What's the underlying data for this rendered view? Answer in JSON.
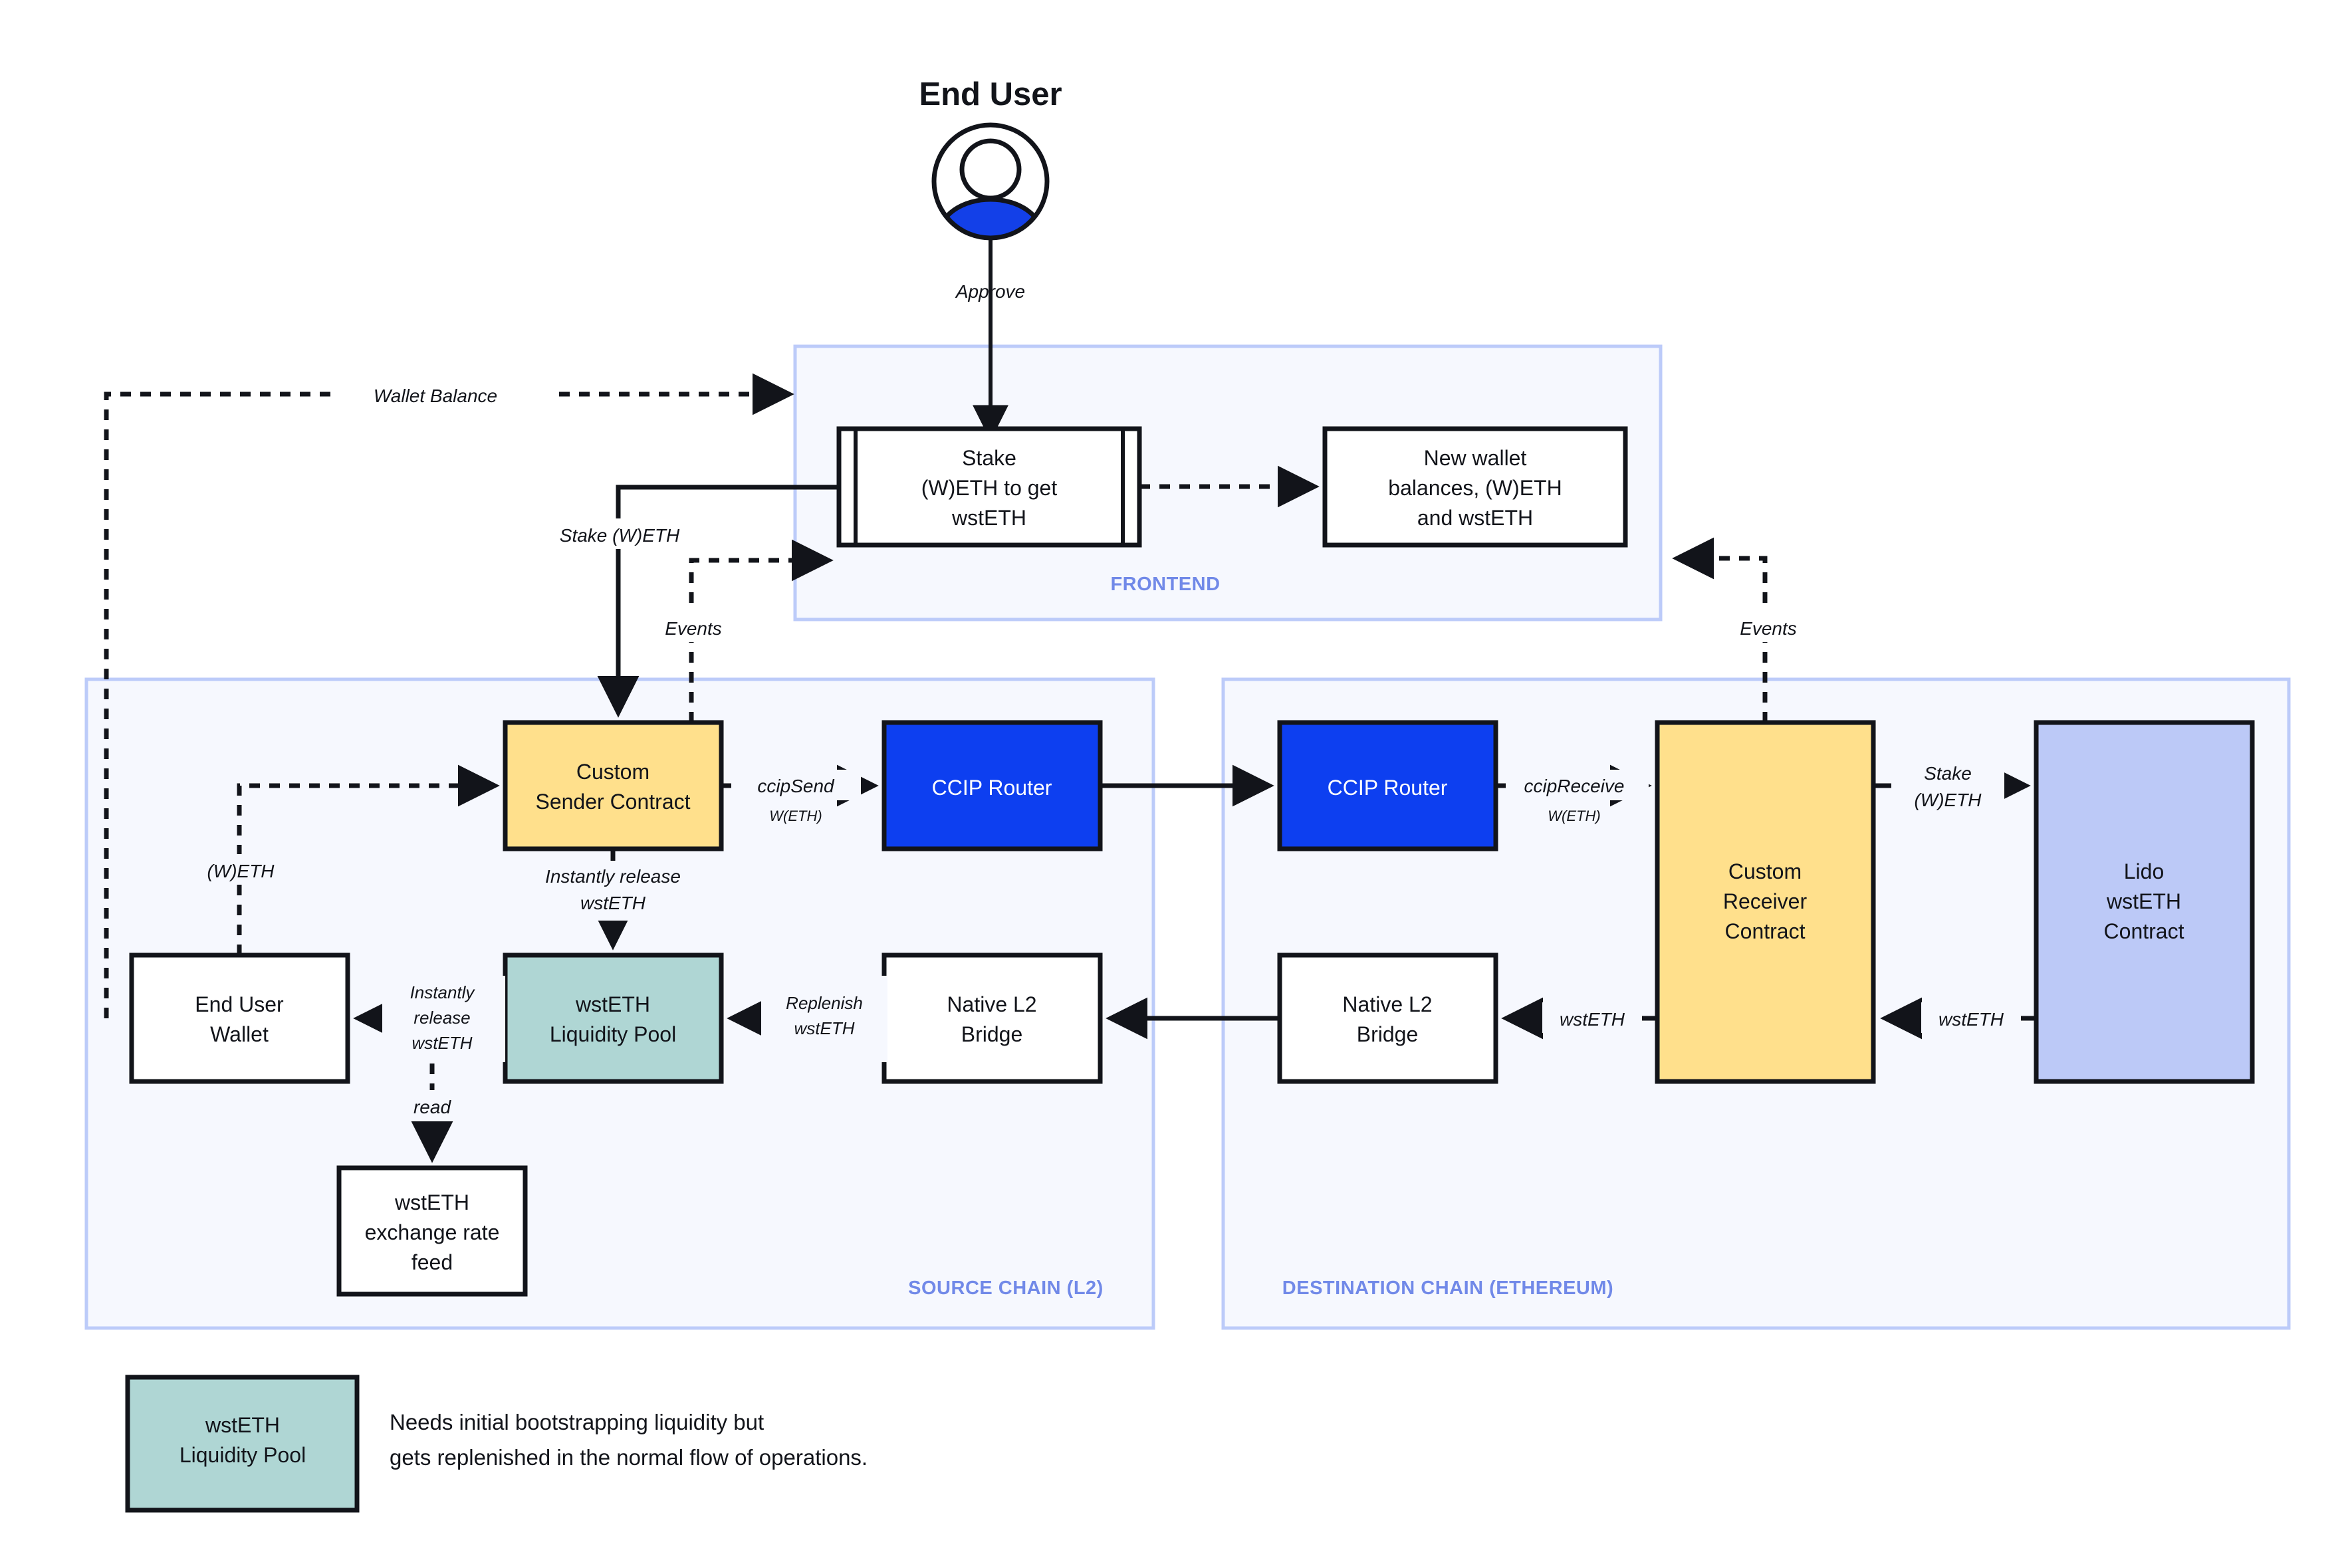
{
  "title": "End User",
  "actor": {
    "label": "End User",
    "icon": "user-avatar-icon",
    "accent_color": "#1340E8"
  },
  "zones": [
    {
      "id": "frontend",
      "label": "FRONTEND",
      "label_color": "#7189E8",
      "fill": "#F6F8FE",
      "stroke": "#BCCBF9"
    },
    {
      "id": "source",
      "label": "SOURCE CHAIN (L2)",
      "label_color": "#7189E8",
      "fill": "#F6F8FE",
      "stroke": "#BCCBF9"
    },
    {
      "id": "destination",
      "label": "DESTINATION CHAIN (ETHEREUM)",
      "label_color": "#7189E8",
      "fill": "#F6F8FE",
      "stroke": "#BCCBF9"
    }
  ],
  "nodes": {
    "stake_frontend": {
      "lines": [
        "Stake",
        "(W)ETH to get",
        "wstETH"
      ],
      "fill": "#FFFFFF",
      "shape": "subroutine"
    },
    "new_balances": {
      "lines": [
        "New wallet",
        "balances, (W)ETH",
        "and wstETH"
      ],
      "fill": "#FFFFFF",
      "shape": "rect"
    },
    "sender": {
      "lines": [
        "Custom",
        "Sender Contract"
      ],
      "fill": "#FFE08C",
      "shape": "rect"
    },
    "router_src": {
      "lines": [
        "CCIP Router"
      ],
      "fill": "#0D3FF0",
      "text_color": "#FFFFFF",
      "shape": "rect"
    },
    "router_dst": {
      "lines": [
        "CCIP Router"
      ],
      "fill": "#0D3FF0",
      "text_color": "#FFFFFF",
      "shape": "rect"
    },
    "receiver": {
      "lines": [
        "Custom",
        "Receiver",
        "Contract"
      ],
      "fill": "#FFE08C",
      "shape": "rect"
    },
    "lido": {
      "lines": [
        "Lido",
        "wstETH",
        "Contract"
      ],
      "fill": "#BCC9F7",
      "shape": "rect"
    },
    "wallet": {
      "lines": [
        "End User",
        "Wallet"
      ],
      "fill": "#FFFFFF",
      "shape": "rect"
    },
    "pool": {
      "lines": [
        "wstETH",
        "Liquidity Pool"
      ],
      "fill": "#AFD6D4",
      "shape": "rect"
    },
    "bridge_src": {
      "lines": [
        "Native L2",
        "Bridge"
      ],
      "fill": "#FFFFFF",
      "shape": "rect"
    },
    "bridge_dst": {
      "lines": [
        "Native L2",
        "Bridge"
      ],
      "fill": "#FFFFFF",
      "shape": "rect"
    },
    "feed": {
      "lines": [
        "wstETH",
        "exchange rate",
        "feed"
      ],
      "fill": "#FFFFFF",
      "shape": "rect"
    }
  },
  "edge_labels": {
    "approve": "Approve",
    "wallet_balance": "Wallet Balance",
    "stake_weth": "Stake (W)ETH",
    "events_left": "Events",
    "events_right": "Events",
    "weth": "(W)ETH",
    "ccip_send": "ccipSend",
    "ccip_send_sub": "W(ETH)",
    "ccip_receive": "ccipReceive",
    "ccip_receive_sub": "W(ETH)",
    "instantly_release_1": [
      "Instantly release",
      "wstETH"
    ],
    "instantly_release_2": [
      "Instantly",
      "release",
      "wstETH"
    ],
    "replenish": [
      "Replenish",
      "wstETH"
    ],
    "read": "read",
    "wsteth_recv_bridge": "wstETH",
    "wsteth_lido_recv": "wstETH",
    "stake_weth_lido": [
      "Stake",
      "(W)ETH"
    ]
  },
  "legend": {
    "swatch": {
      "lines": [
        "wstETH",
        "Liquidity Pool"
      ],
      "fill": "#AFD6D4"
    },
    "note": [
      "Needs initial bootstrapping liquidity but",
      "gets replenished in the normal flow of operations."
    ]
  }
}
